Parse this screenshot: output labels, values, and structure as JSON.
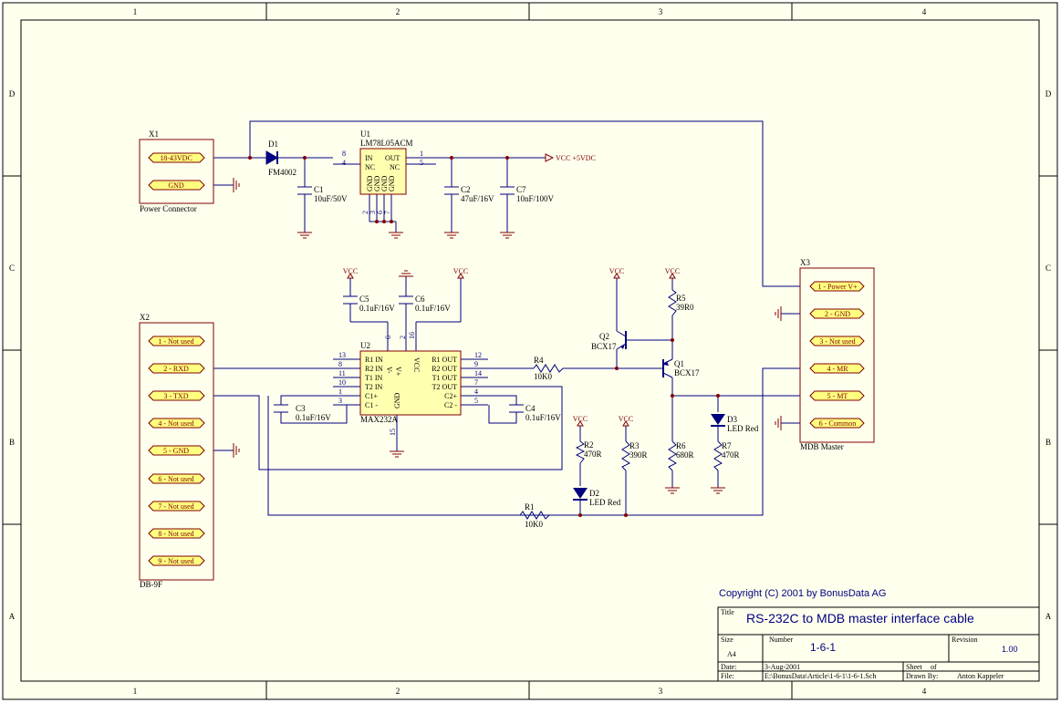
{
  "zones": {
    "columns": [
      "1",
      "2",
      "3",
      "4"
    ],
    "rows": [
      "D",
      "C",
      "B",
      "A"
    ]
  },
  "connectors": {
    "x1": {
      "ref": "X1",
      "name": "Power Connector",
      "pins": [
        "18-43VDC",
        "GND"
      ]
    },
    "x2": {
      "ref": "X2",
      "name": "DB-9F",
      "pins": [
        "1 - Not used",
        "2 - RXD",
        "3 - TXD",
        "4 - Not used",
        "5 - GND",
        "6 - Not used",
        "7 - Not used",
        "8 - Not used",
        "9 - Not used"
      ]
    },
    "x3": {
      "ref": "X3",
      "name": "MDB Master",
      "pins": [
        "1 - Power V+",
        "2 - GND",
        "3 - Not used",
        "4 - MR",
        "5 - MT",
        "6 - Common"
      ]
    }
  },
  "components": {
    "d1": {
      "ref": "D1",
      "value": "FM4002"
    },
    "u1": {
      "ref": "U1",
      "value": "LM78L05ACM",
      "pins": {
        "in": "IN",
        "out": "OUT",
        "nc1": "NC",
        "nc2": "NC",
        "gnd": "GND",
        "p8": "8",
        "p4": "4",
        "p1": "1",
        "p5": "5",
        "p2": "2",
        "p3": "3",
        "p6": "6",
        "p7": "7"
      }
    },
    "c1": {
      "ref": "C1",
      "value": "10uF/50V"
    },
    "c2": {
      "ref": "C2",
      "value": "47uF/16V"
    },
    "c7": {
      "ref": "C7",
      "value": "10nF/100V"
    },
    "vcc_out": "VCC +5VDC",
    "c5": {
      "ref": "C5",
      "value": "0.1uF/16V"
    },
    "c6": {
      "ref": "C6",
      "value": "0.1uF/16V"
    },
    "c3": {
      "ref": "C3",
      "value": "0.1uF/16V"
    },
    "c4": {
      "ref": "C4",
      "value": "0.1uF/16V"
    },
    "u2": {
      "ref": "U2",
      "value": "MAX232A",
      "left_pins": [
        {
          "name": "R1 IN",
          "num": "13"
        },
        {
          "name": "R2 IN",
          "num": "8"
        },
        {
          "name": "T1 IN",
          "num": "11"
        },
        {
          "name": "T2 IN",
          "num": "10"
        },
        {
          "name": "C1+",
          "num": "1"
        },
        {
          "name": "C1 -",
          "num": "3"
        }
      ],
      "right_pins": [
        {
          "name": "R1 OUT",
          "num": "12"
        },
        {
          "name": "R2 OUT",
          "num": "9"
        },
        {
          "name": "T1 OUT",
          "num": "14"
        },
        {
          "name": "T2 OUT",
          "num": "7"
        },
        {
          "name": "C2+",
          "num": "4"
        },
        {
          "name": "C2 -",
          "num": "5"
        }
      ],
      "top_pins": [
        {
          "name": "V-",
          "num": "6"
        },
        {
          "name": "V+",
          "num": "2"
        },
        {
          "name": "VCC",
          "num": "16"
        }
      ],
      "bottom_pin": {
        "name": "GND",
        "num": "15"
      }
    },
    "r4": {
      "ref": "R4",
      "value": "10K0"
    },
    "r5": {
      "ref": "R5",
      "value": "39R0"
    },
    "q2": {
      "ref": "Q2",
      "value": "BCX17"
    },
    "q1": {
      "ref": "Q1",
      "value": "BCX17"
    },
    "r2": {
      "ref": "R2",
      "value": "470R"
    },
    "r3": {
      "ref": "R3",
      "value": "390R"
    },
    "r6": {
      "ref": "R6",
      "value": "680R"
    },
    "r7": {
      "ref": "R7",
      "value": "470R"
    },
    "d2": {
      "ref": "D2",
      "value": "LED Red"
    },
    "d3": {
      "ref": "D3",
      "value": "LED Red"
    },
    "r1": {
      "ref": "R1",
      "value": "10K0"
    },
    "vcc": "VCC"
  },
  "title_block": {
    "copyright": "Copyright (C) 2001 by BonusData AG",
    "title_label": "Title",
    "title": "RS-232C to MDB master interface cable",
    "size_label": "Size",
    "size": "A4",
    "number_label": "Number",
    "number": "1-6-1",
    "revision_label": "Revision",
    "revision": "1.00",
    "date_label": "Date:",
    "date": "3-Aug-2001",
    "sheet_label": "Sheet",
    "of_label": "of",
    "file_label": "File:",
    "file": "E:\\BonusData\\Article\\1-6-1\\1-6-1.Sch",
    "drawn_label": "Drawn By:",
    "drawn_by": "Anton Kappeler"
  }
}
